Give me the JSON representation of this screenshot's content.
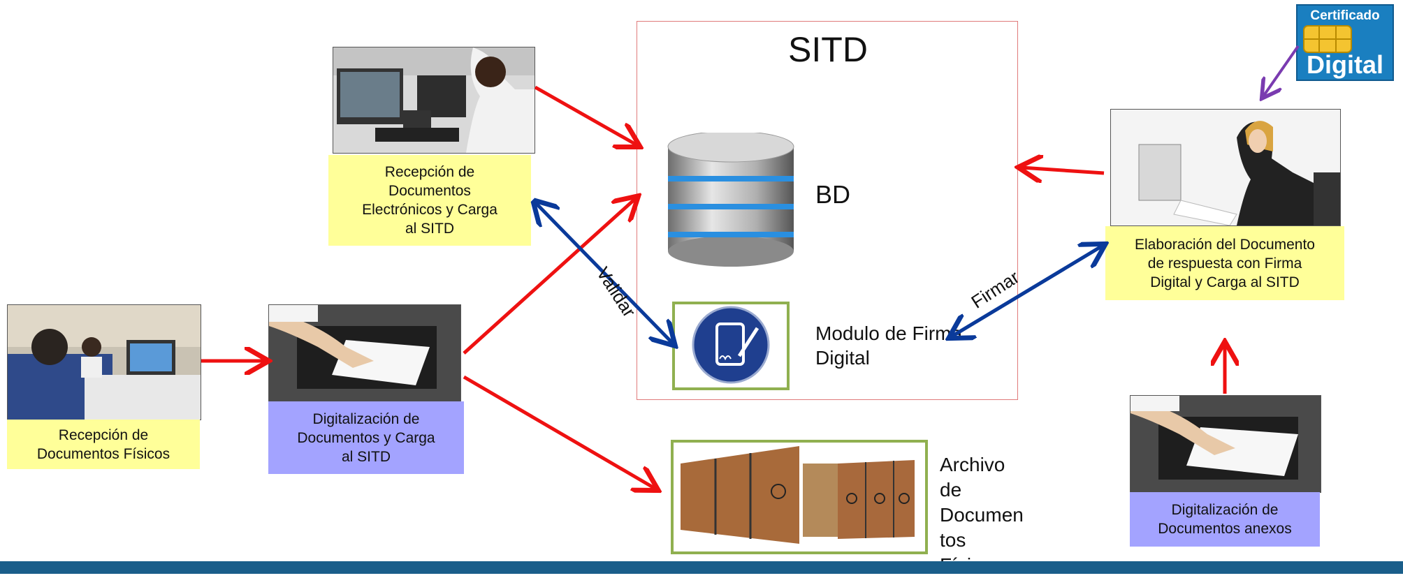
{
  "sitd": {
    "title": "SITD",
    "bd_label": "BD",
    "firma_label": "Modulo de Firma\nDigital"
  },
  "nodes": {
    "recepcion_fisicos": "Recepción de\nDocumentos  Físicos",
    "recepcion_electronicos": "Recepción de\nDocumentos\nElectrónicos  y Carga\nal SITD",
    "digitalizacion": "Digitalización de\nDocumentos  y Carga\nal SITD",
    "archivo": "Archivo\nde\nDocumen\ntos\nFísicos",
    "elaboracion": "Elaboración del Documento\nde respuesta con Firma\nDigital y Carga al SITD",
    "digitalizacion_anexos": "Digitalización de\nDocumentos  anexos"
  },
  "edges": {
    "validar": "Validar",
    "firmar": "Firmar"
  },
  "certificate": {
    "line1": "Certificado",
    "line2": "Digital"
  },
  "colors": {
    "red_arrow": "#ee1111",
    "blue_arrow": "#0a3a9a",
    "purple_arrow": "#7a3bb0",
    "yellow_box": "#ffff99",
    "lavender_box": "#a3a3ff",
    "green_frame": "#90b050",
    "footer": "#1a5e8a"
  }
}
